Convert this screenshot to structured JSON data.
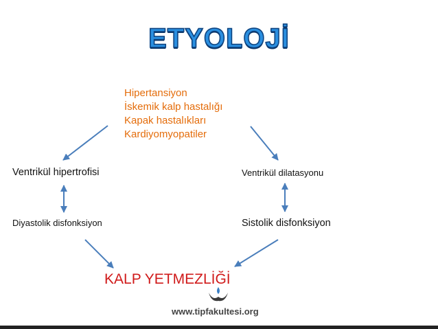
{
  "title": "ETYOLOJİ",
  "causes": [
    "Hipertansiyon",
    "İskemik kalp hastalığı",
    "Kapak hastalıkları",
    "Kardiyomyopatiler"
  ],
  "nodes": {
    "left_top": "Ventrikül hipertrofisi",
    "left_bottom": "Diyastolik disfonksiyon",
    "right_top": "Ventrikül dilatasyonu",
    "right_bottom": "Sistolik disfonksiyon"
  },
  "result": "KALP YETMEZLİĞİ",
  "watermark": "www.tipfakultesi.org",
  "colors": {
    "title": "#2a8fe0",
    "causes": "#e46c0a",
    "result": "#d01a1a",
    "arrows": "#4a7ebb"
  }
}
